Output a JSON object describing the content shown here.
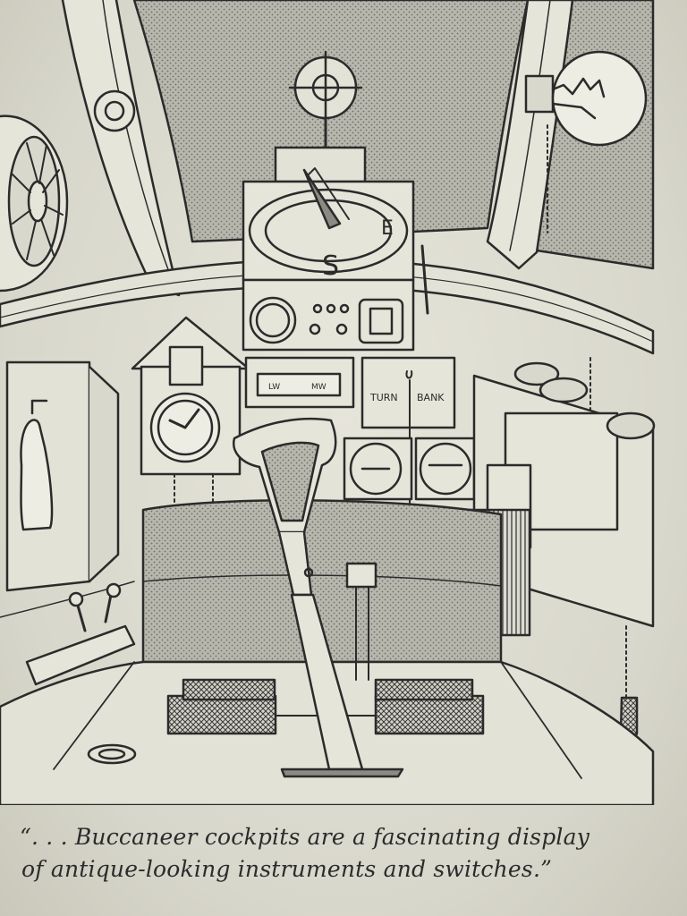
{
  "illustration": {
    "caption": {
      "line1": "“. . . Buccaneer cockpits are a fascinating display",
      "line2": "of antique-looking instruments and switches.”"
    },
    "labels": {
      "compass_s": "S",
      "compass_e": "E",
      "radio_lw": "LW",
      "radio_mw": "MW",
      "turn": "TURN",
      "bank": "BANK"
    }
  },
  "colors": {
    "ink": "#2b2b2b",
    "paper": "#e3e2d7",
    "shade": "#a8a79d"
  }
}
